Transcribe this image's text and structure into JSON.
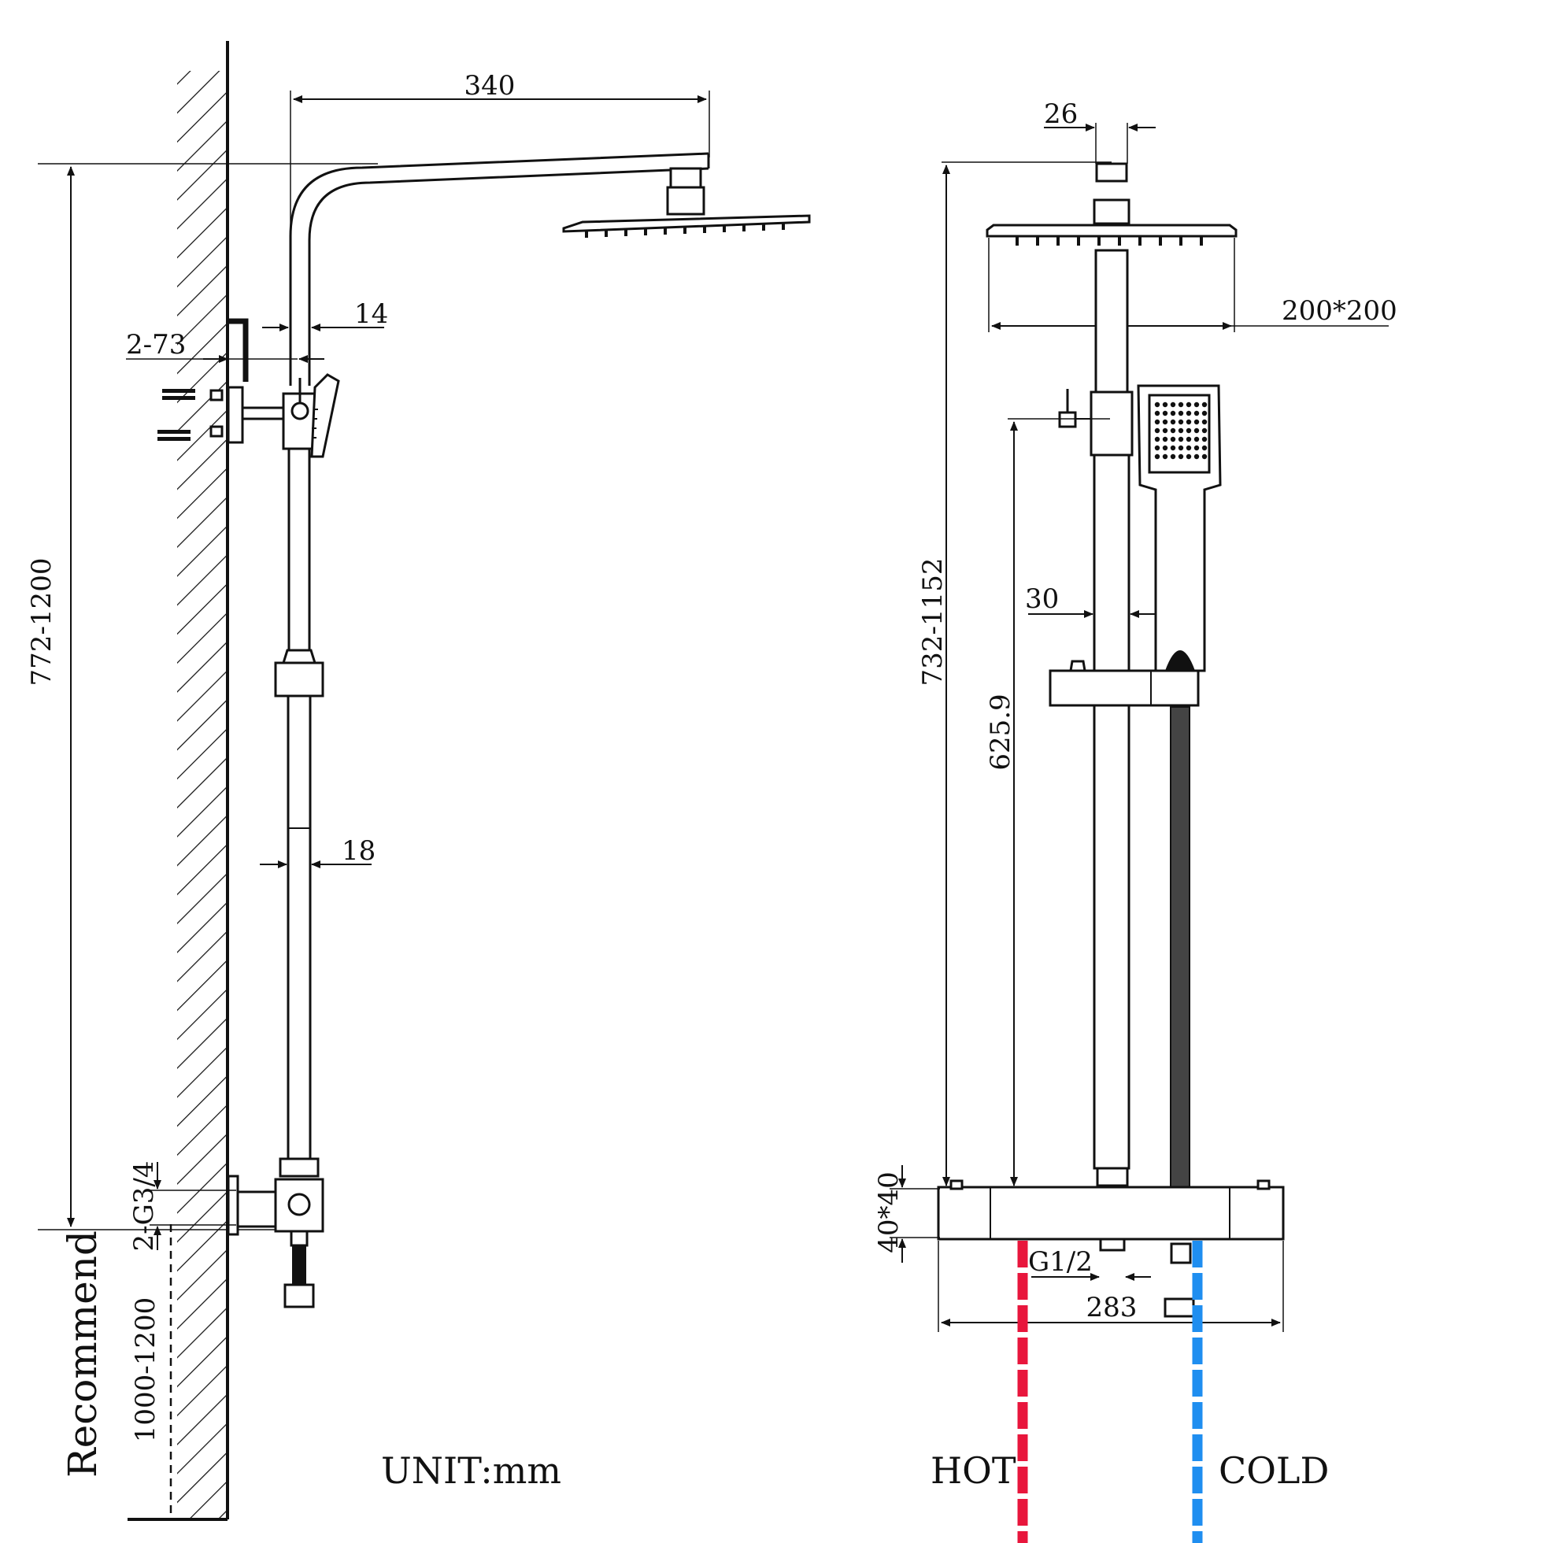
{
  "dimensions": {
    "side_arm_length": "340",
    "side_height": "772-1200",
    "bracket_depth": "2-73",
    "upper_tube": "14",
    "lower_tube": "18",
    "inlet_thread_side": "2-G3/4",
    "recommend": "Recommend",
    "recommend_height": "1000-1200",
    "top_tube": "26",
    "head_size": "200*200",
    "front_height": "732-1152",
    "front_tube": "30",
    "holder_height": "625.9",
    "valve_section": "40*40",
    "outlet_thread": "G1/2",
    "valve_width": "283"
  },
  "labels": {
    "unit": "UNIT:mm",
    "hot": "HOT",
    "cold": "COLD"
  },
  "colors": {
    "line": "#111111",
    "hot": "#e8163c",
    "cold": "#1f8ef0"
  },
  "icons": {
    "wall": "wall-hatch-icon",
    "arrow": "dimension-arrow-icon"
  }
}
